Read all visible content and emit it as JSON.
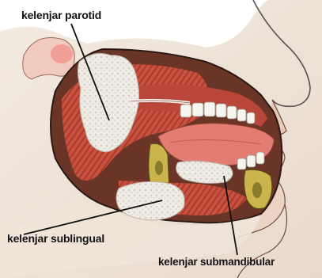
{
  "labels": {
    "parotid": "kelenjar parotid",
    "sublingual": "kelenjar sublingual",
    "submandibular": "kelenjar submandibular"
  },
  "colors": {
    "muscle": "#c8523f",
    "muscle_dark": "#9a3526",
    "gland": "#ece8e2",
    "skin": "#f1e5da",
    "bone": "#c9b24a",
    "leader": "#111111"
  }
}
